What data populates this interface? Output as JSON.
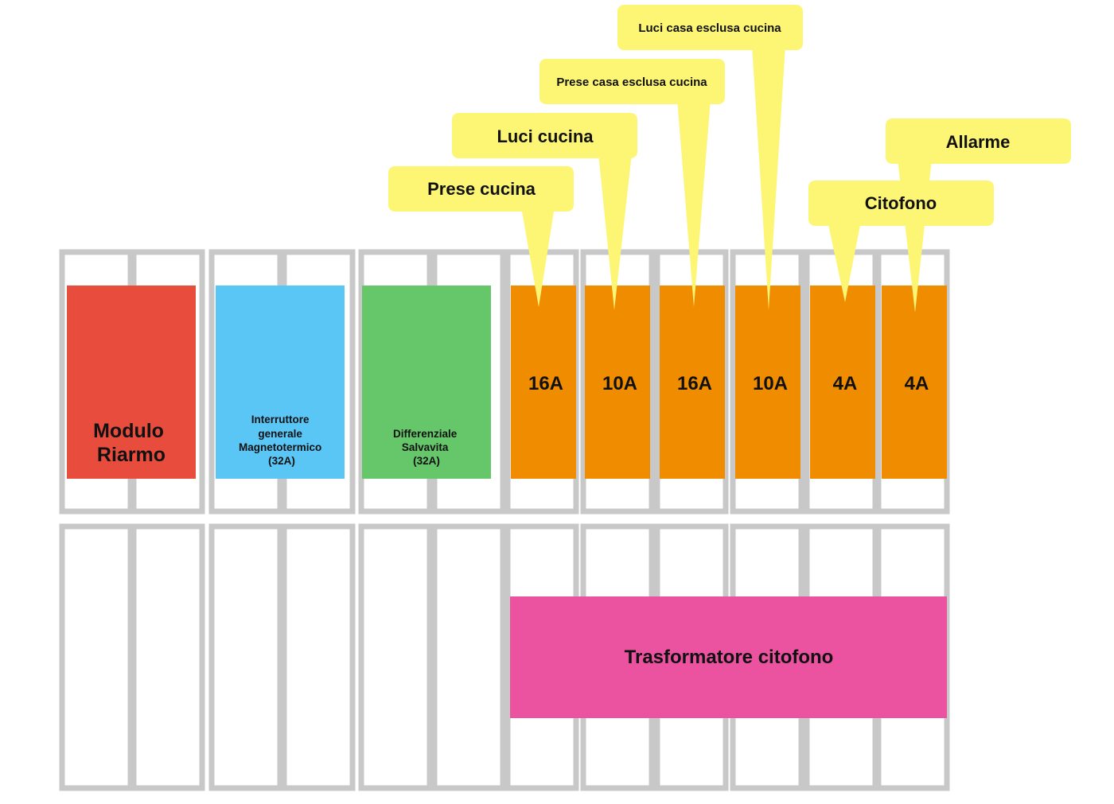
{
  "colors": {
    "slot_border": "#c8c8c8",
    "callout": "#fdf674",
    "modulo_riarmo": "#e84c3d",
    "interruttore_generale": "#5ac6f6",
    "differenziale": "#66c66a",
    "breaker": "#ef8c00",
    "trasformatore": "#eb52a0",
    "text": "#111111"
  },
  "top_row_slot_count": 12,
  "bottom_row_slot_count": 12,
  "devices": {
    "modulo_riarmo": {
      "lines": [
        "Modulo",
        "Riarmo"
      ]
    },
    "interruttore_generale": {
      "lines": [
        "Interruttore",
        "generale",
        "Magnetotermico",
        "(32A)"
      ]
    },
    "differenziale": {
      "lines": [
        "Differenziale",
        "Salvavita",
        "(32A)"
      ]
    },
    "trasformatore": {
      "label": "Trasformatore citofono"
    }
  },
  "breakers": [
    {
      "rating": "16A",
      "circuit": "Prese cucina"
    },
    {
      "rating": "10A",
      "circuit": "Luci cucina"
    },
    {
      "rating": "16A",
      "circuit": "Prese casa esclusa cucina"
    },
    {
      "rating": "10A",
      "circuit": "Luci casa esclusa cucina"
    },
    {
      "rating": "4A",
      "circuit": "Citofono"
    },
    {
      "rating": "4A",
      "circuit": "Allarme"
    }
  ]
}
